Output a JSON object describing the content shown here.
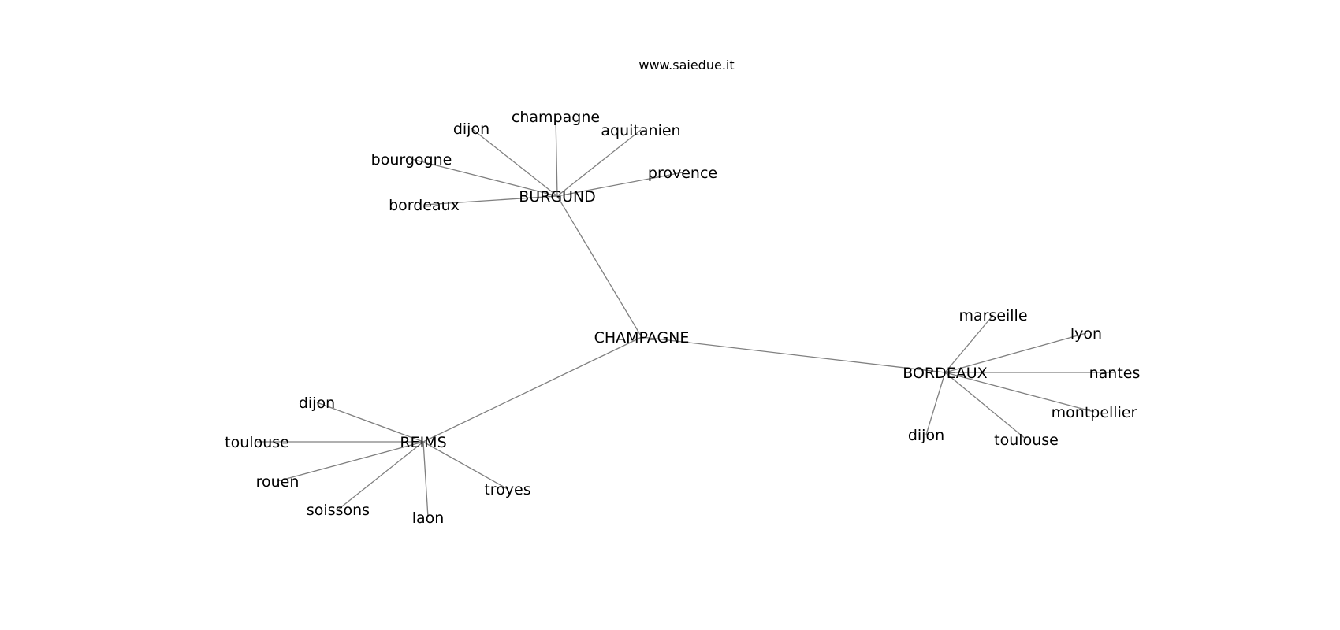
{
  "header": {
    "title": "www.saiedue.it"
  },
  "graph": {
    "nodes": [
      {
        "id": "champagne_hub",
        "label": "CHAMPAGNE"
      },
      {
        "id": "burgund",
        "label": "BURGUND"
      },
      {
        "id": "reims",
        "label": "REIMS"
      },
      {
        "id": "bordeaux_hub",
        "label": "BORDEAUX"
      },
      {
        "id": "b_dijon",
        "label": "dijon"
      },
      {
        "id": "b_champagne",
        "label": "champagne"
      },
      {
        "id": "b_aquitanien",
        "label": "aquitanien"
      },
      {
        "id": "b_bourgogne",
        "label": "bourgogne"
      },
      {
        "id": "b_provence",
        "label": "provence"
      },
      {
        "id": "b_bordeaux",
        "label": "bordeaux"
      },
      {
        "id": "r_dijon",
        "label": "dijon"
      },
      {
        "id": "r_toulouse",
        "label": "toulouse"
      },
      {
        "id": "r_rouen",
        "label": "rouen"
      },
      {
        "id": "r_soissons",
        "label": "soissons"
      },
      {
        "id": "r_laon",
        "label": "laon"
      },
      {
        "id": "r_troyes",
        "label": "troyes"
      },
      {
        "id": "bx_marseille",
        "label": "marseille"
      },
      {
        "id": "bx_lyon",
        "label": "lyon"
      },
      {
        "id": "bx_nantes",
        "label": "nantes"
      },
      {
        "id": "bx_montpellier",
        "label": "montpellier"
      },
      {
        "id": "bx_dijon",
        "label": "dijon"
      },
      {
        "id": "bx_toulouse",
        "label": "toulouse"
      }
    ],
    "edges": [
      [
        "champagne_hub",
        "burgund"
      ],
      [
        "champagne_hub",
        "reims"
      ],
      [
        "champagne_hub",
        "bordeaux_hub"
      ],
      [
        "burgund",
        "b_dijon"
      ],
      [
        "burgund",
        "b_champagne"
      ],
      [
        "burgund",
        "b_aquitanien"
      ],
      [
        "burgund",
        "b_bourgogne"
      ],
      [
        "burgund",
        "b_provence"
      ],
      [
        "burgund",
        "b_bordeaux"
      ],
      [
        "reims",
        "r_dijon"
      ],
      [
        "reims",
        "r_toulouse"
      ],
      [
        "reims",
        "r_rouen"
      ],
      [
        "reims",
        "r_soissons"
      ],
      [
        "reims",
        "r_laon"
      ],
      [
        "reims",
        "r_troyes"
      ],
      [
        "bordeaux_hub",
        "bx_marseille"
      ],
      [
        "bordeaux_hub",
        "bx_lyon"
      ],
      [
        "bordeaux_hub",
        "bx_nantes"
      ],
      [
        "bordeaux_hub",
        "bx_montpellier"
      ],
      [
        "bordeaux_hub",
        "bx_dijon"
      ],
      [
        "bordeaux_hub",
        "bx_toulouse"
      ]
    ]
  }
}
